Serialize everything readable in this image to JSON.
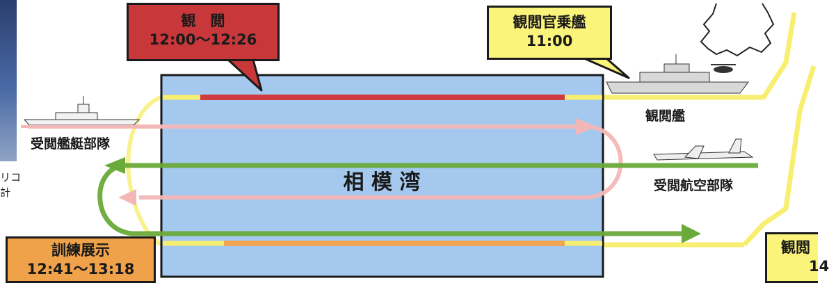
{
  "bay": {
    "label": "相 模 湾"
  },
  "callouts": {
    "review": {
      "line1": "観　閲",
      "line2": "12:00～12:26",
      "fill": "#c8373a"
    },
    "reviewing_officer": {
      "line1": "観閲官乗艦",
      "line2": "11:00",
      "fill": "#fbf47a"
    },
    "training": {
      "line1": "訓練展示",
      "line2": "12:41～13:18",
      "fill": "#f0a24a"
    },
    "bottom_right": {
      "line1": "観閲",
      "line2": "14",
      "fill": "#fbf47a"
    }
  },
  "labels": {
    "reviewed_fleet": "受閲艦艇部隊",
    "review_ship": "観閲艦",
    "reviewed_air": "受閲航空部隊",
    "edge_line1": "リコ",
    "edge_line2": "計"
  },
  "colors": {
    "bay": "#a4c8ee",
    "yellow_route": "#f8ee70",
    "red_bar": "#cf3a3f",
    "orange_bar": "#f0a655",
    "pink_route": "#f4b7b7",
    "green_route": "#6aaa3a"
  }
}
